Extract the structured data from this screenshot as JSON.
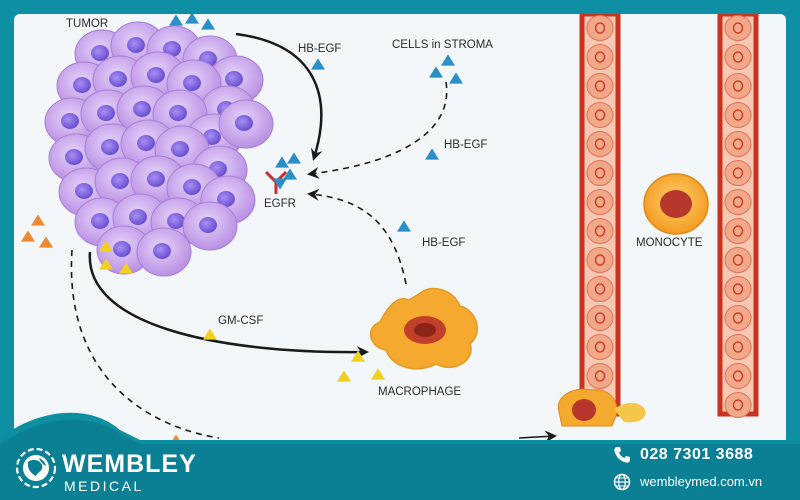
{
  "diagram": {
    "labels": {
      "tumor": "TUMOR",
      "hbegf_top": "HB-EGF",
      "cells_stroma": "CELLS in STROMA",
      "hbegf_mid": "HB-EGF",
      "egfr": "EGFR",
      "hbegf_low": "HB-EGF",
      "gmcsf": "GM-CSF",
      "macrophage": "MACROPHAGE",
      "monocyte": "MONOCYTE"
    },
    "colors": {
      "tumor_cell": "#c9a8ea",
      "tumor_nucleus": "#8a6de0",
      "hbegf_triangle": "#2a8fc6",
      "gmcsf_triangle": "#f0d020",
      "csf_triangle": "#ee8a30",
      "receptor": "#d12a2a",
      "vessel_wall": "#c8321e",
      "vessel_cell": "#f2a98a",
      "macrophage": "#f6a92f",
      "macrophage_nucleus": "#b5362a",
      "footer_bg": "#0c8fa0"
    }
  },
  "footer": {
    "brand_name": "WEMBLEY",
    "brand_sub": "MEDICAL",
    "phone": "028 7301 3688",
    "website": "wembleymed.com.vn",
    "icons": [
      "phone-icon",
      "globe-icon"
    ]
  }
}
